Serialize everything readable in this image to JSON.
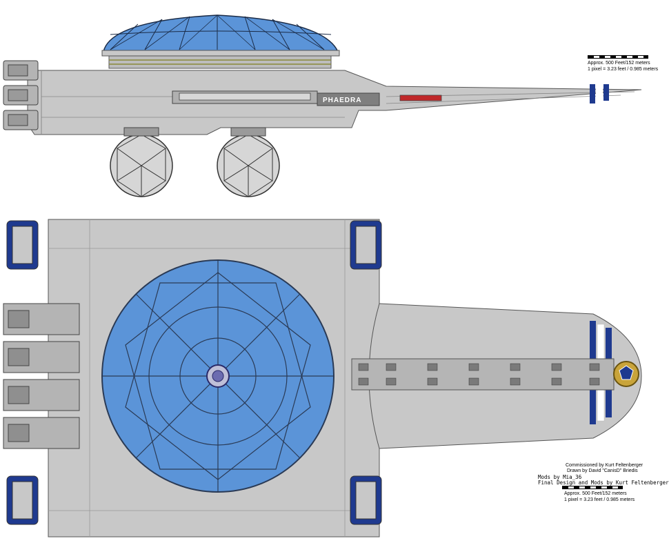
{
  "ship": {
    "name": "PHAEDRA"
  },
  "scale_top": {
    "line1": "Approx. 500 Feet/152 meters",
    "line2": "1 pixel = 3.23 feet / 0.985 meters"
  },
  "scale_bottom": {
    "line1": "Approx. 500 Feet/152 meters",
    "line2": "1 pixel = 3.23 feet / 0.985 meters"
  },
  "credits": {
    "commissioned": "Commissioned by Kurt Feltenberger",
    "drawn": "Drawn by David \"CanisD\" Briedis",
    "mods": "Mods by Mia_36",
    "final": "Final Design and Mods by Kurt Feltenberger"
  },
  "colors": {
    "hull": "#c8c8c8",
    "hull_dark": "#9a9a9a",
    "dome": "#5b94d8",
    "dome_line": "#2a3a55",
    "stripe_blue": "#1f3a8f",
    "window_red": "#c0282a"
  }
}
